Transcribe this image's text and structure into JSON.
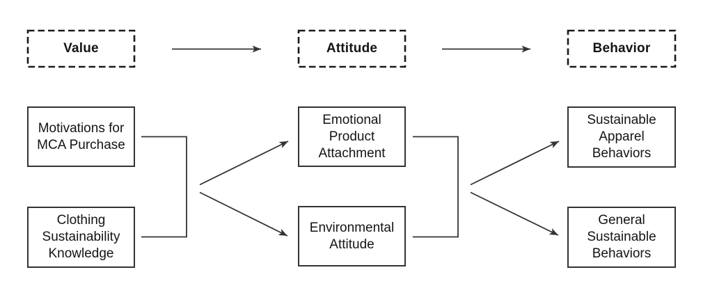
{
  "columns": [
    {
      "stage": "Value",
      "boxes": [
        "Motivations for\nMCA Purchase",
        "Clothing\nSustainability\nKnowledge"
      ]
    },
    {
      "stage": "Attitude",
      "boxes": [
        "Emotional\nProduct\nAttachment",
        "Environmental\nAttitude"
      ]
    },
    {
      "stage": "Behavior",
      "boxes": [
        "Sustainable\nApparel\nBehaviors",
        "General\nSustainable\nBehaviors"
      ]
    }
  ],
  "colors": {
    "line": "#333333",
    "box_border": "#333333",
    "text": "#141414",
    "background": "#ffffff"
  }
}
